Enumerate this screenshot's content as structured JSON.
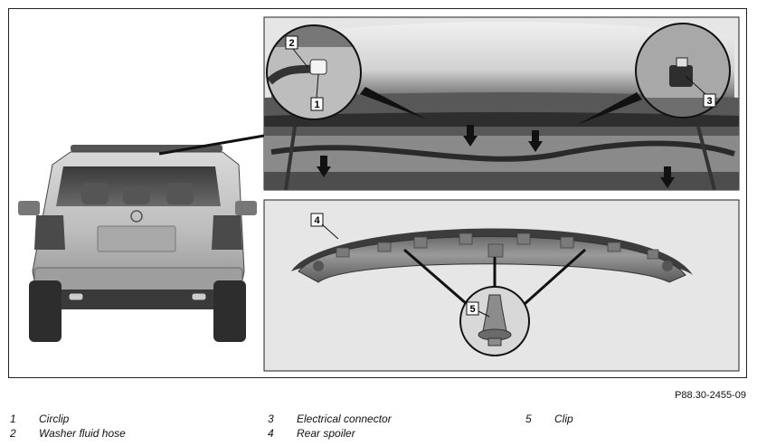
{
  "figure_code": "P88.30-2455-09",
  "callouts": {
    "c1": "1",
    "c2": "2",
    "c3": "3",
    "c4": "4",
    "c5": "5"
  },
  "legend": [
    {
      "num": "1",
      "label": "Circlip"
    },
    {
      "num": "2",
      "label": "Washer fluid hose"
    },
    {
      "num": "3",
      "label": "Electrical connector"
    },
    {
      "num": "4",
      "label": "Rear spoiler"
    },
    {
      "num": "5",
      "label": "Clip"
    }
  ]
}
